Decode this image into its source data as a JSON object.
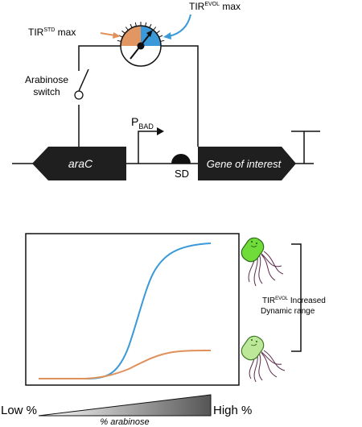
{
  "circuit": {
    "tir_std_label": "TIR",
    "tir_std_sup": "STD",
    "tir_std_suffix": " max",
    "tir_evol_label": "TIR",
    "tir_evol_sup": "EVOL",
    "tir_evol_suffix": " max",
    "switch_label_line1": "Arabinose",
    "switch_label_line2": "switch",
    "promoter_label": "P",
    "promoter_sub": "BAD",
    "arac_label": "araC",
    "sd_label": "SD",
    "gene_label": "Gene of interest"
  },
  "plot": {
    "annotation_prefix": "TIR",
    "annotation_sup": "EVOL",
    "annotation_line1_suffix": " Increased",
    "annotation_line2": "Dynamic range"
  },
  "gradient": {
    "low_label": "Low %",
    "high_label": "High %",
    "axis_label": "% arabinose"
  },
  "colors": {
    "evol_blue": "#3a9ad9",
    "std_orange": "#e0905a",
    "gene_box": "#1f1f1f",
    "cell_bright": "#6fdc3a",
    "cell_pale": "#bde89a",
    "flagella": "#5a2a4a"
  }
}
